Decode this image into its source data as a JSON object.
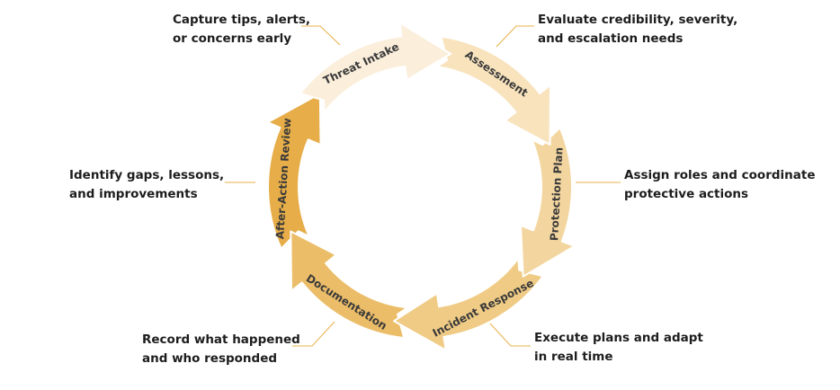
{
  "diagram": {
    "type": "cycle",
    "stages": [
      {
        "label": "Threat Intake",
        "color": "#fbeedb",
        "description": [
          "Capture tips, alerts,",
          "or concerns early"
        ]
      },
      {
        "label": "Assessment",
        "color": "#f8e3bd",
        "description": [
          "Evaluate credibility, severity,",
          "and escalation needs"
        ]
      },
      {
        "label": "Protection Plan",
        "color": "#f3d69f",
        "description": [
          "Assign roles and coordinate",
          "protective actions"
        ]
      },
      {
        "label": "Incident Response",
        "color": "#efcb85",
        "description": [
          "Execute plans and adapt",
          "in real time"
        ]
      },
      {
        "label": "Documentation",
        "color": "#ebbd68",
        "description": [
          "Record what happened",
          "and who responded"
        ]
      },
      {
        "label": "After-Action Review",
        "color": "#e6ad48",
        "description": [
          "Identify gaps, lessons,",
          "and improvements"
        ]
      }
    ],
    "leader_color": "#e8b04a"
  }
}
